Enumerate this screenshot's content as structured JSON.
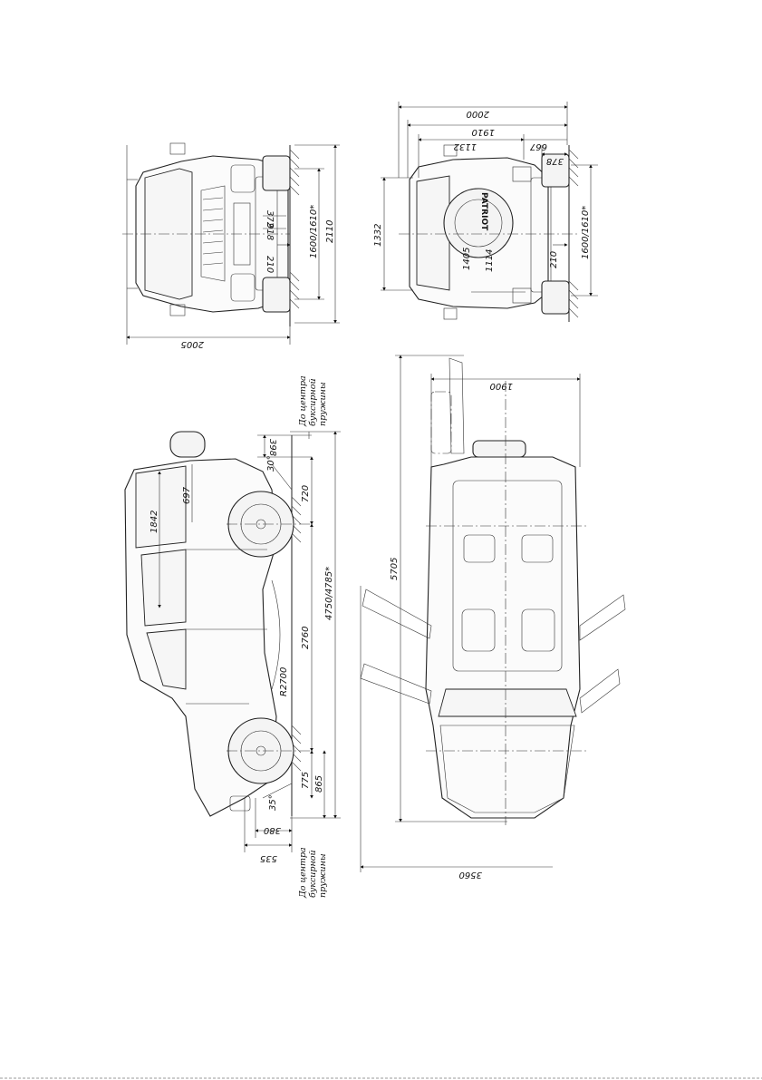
{
  "dims": {
    "front": {
      "d2005": "2005",
      "d2110": "2110",
      "d1600": "1600/1610*",
      "d372": "372",
      "d918": "918",
      "d210": "210"
    },
    "rear": {
      "d2000": "2000",
      "d1910": "1910",
      "d1132": "1132",
      "d667": "667",
      "d378": "378",
      "d1332": "1332",
      "d1600": "1600/1610*",
      "d1405": "1405",
      "d1114": "1114",
      "d210": "210",
      "badge": "PATRIOT"
    },
    "side": {
      "d398": "398",
      "d30deg": "30°",
      "d720": "720",
      "d697": "697",
      "d1842": "1842",
      "d4750": "4750/4785*",
      "d2760": "2760",
      "r2700": "R2700",
      "d775": "775",
      "d865": "865",
      "d35deg": "35°",
      "d380": "380",
      "d535": "535",
      "note_top": [
        "До центра",
        "буксирной",
        "пружины"
      ],
      "note_bottom": [
        "До центра",
        "буксирной",
        "пружины"
      ]
    },
    "top": {
      "d1900": "1900",
      "d5705": "5705",
      "d3560": "3560"
    }
  }
}
